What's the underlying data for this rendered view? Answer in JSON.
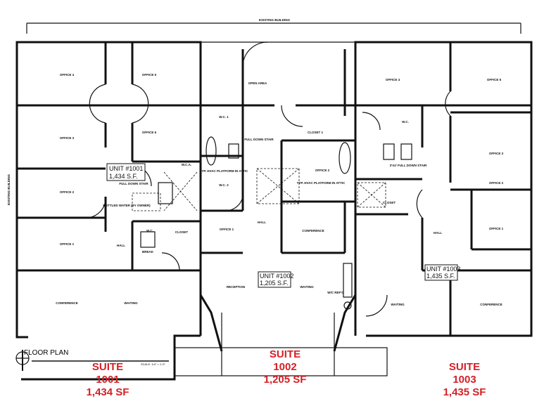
{
  "plan": {
    "existing_building_top": "EXISTING BUILDING",
    "existing_building_left": "EXISTING BUILDING",
    "title": "FLOOR PLAN",
    "scale": "SCALE: 1/4\" = 1'-0\"",
    "accent_color": "#d42027"
  },
  "suite_1001": {
    "unit_line1": "UNIT #1001",
    "unit_line2": "1,434 S.F.",
    "rooms": [
      "OFFICE 4",
      "OFFICE 5",
      "OFFICE 3",
      "OFFICE 6",
      "OFFICE 2",
      "OFFICE 1",
      "HALL",
      "BREAK",
      "W.C.",
      "CLOSET",
      "CONFERENCE",
      "WAITING",
      "FULL DOWN STAIR",
      "BOTTLED WATER (BY OWNER)",
      "W.C.A."
    ]
  },
  "suite_1002": {
    "unit_line1": "UNIT #1002",
    "unit_line2": "1,205 S.F.",
    "rooms": [
      "OPEN AREA",
      "W.C. 1",
      "W.C. 2",
      "FULL DOWN STAIR",
      "TYP. HVAC PLATFORM IN ATTIC",
      "HALL",
      "OFFICE 1",
      "CONFERENCE",
      "CLOSET 1",
      "OFFICE 2",
      "TYP. HVAC PLATFORM IN ATTIC",
      "RECEPTION",
      "WAITING",
      "W/C REF'G"
    ]
  },
  "suite_1003": {
    "unit_line1": "UNIT #1003",
    "unit_line2": "1,435 S.F.",
    "rooms": [
      "OFFICE 4",
      "OFFICE 5",
      "OFFICE 3",
      "OFFICE 2",
      "OFFICE 1",
      "HALL",
      "CLOSET",
      "W.C.",
      "3'X4' FULL DOWN STAIR",
      "WAITING",
      "CONFERENCE"
    ]
  },
  "callouts": [
    {
      "suite": "SUITE",
      "number": "1001",
      "area": "1,434 SF"
    },
    {
      "suite": "SUITE",
      "number": "1002",
      "area": "1,205 SF"
    },
    {
      "suite": "SUITE",
      "number": "1003",
      "area": "1,435 SF"
    }
  ]
}
